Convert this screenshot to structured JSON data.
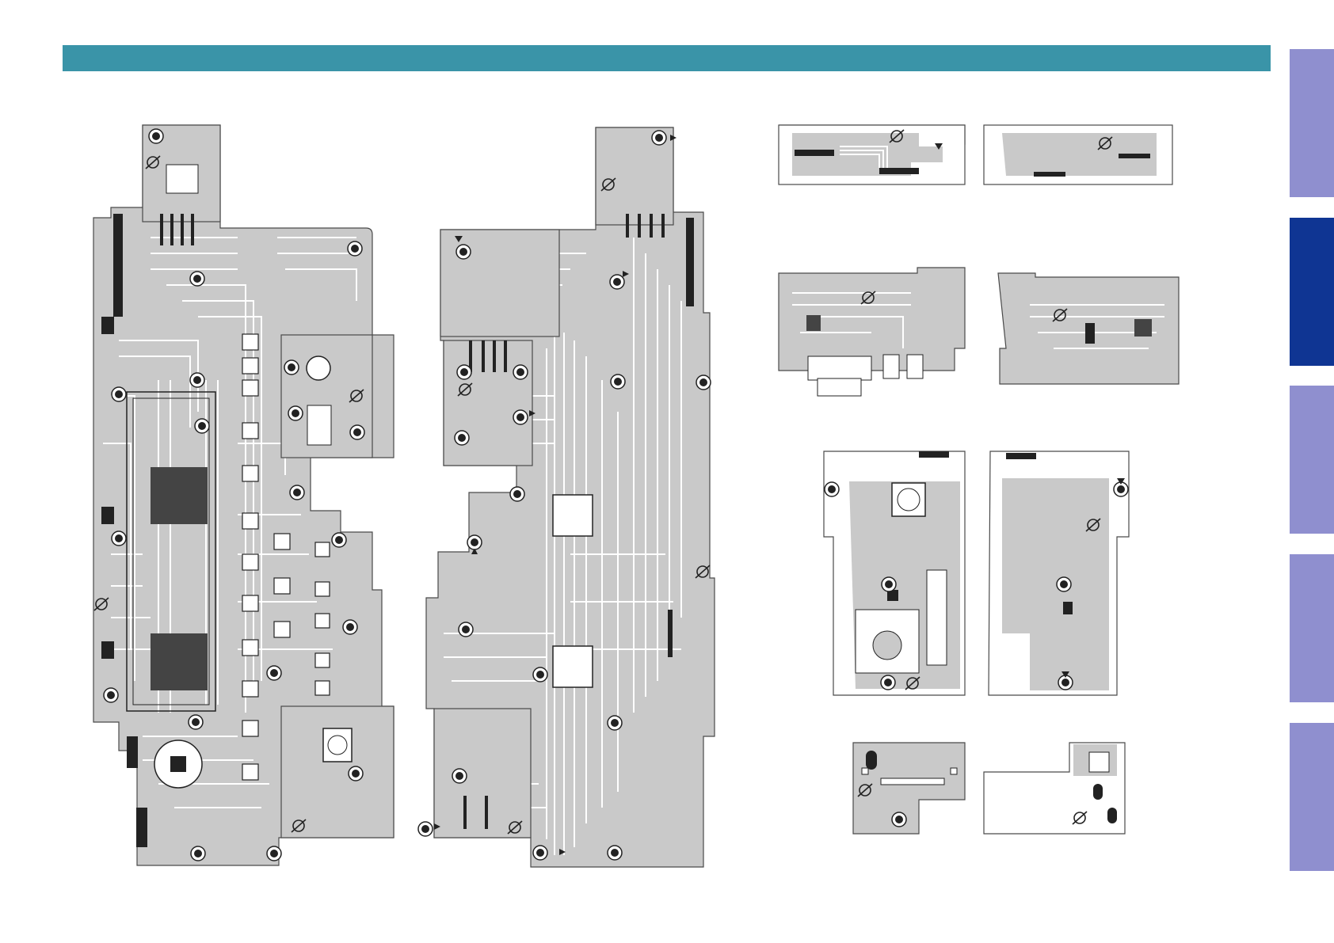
{
  "colors": {
    "header_bar": "#3a94a8",
    "tab_inactive": "#8f8fcf",
    "tab_active": "#0f3593",
    "board_fill": "#c9c9c9",
    "board_outline": "#4a4a4a",
    "copper": "#ffffff",
    "component": "#222222"
  },
  "side_tabs": [
    {
      "name": "tab-1",
      "active": false
    },
    {
      "name": "tab-2",
      "active": true
    },
    {
      "name": "tab-3",
      "active": false
    },
    {
      "name": "tab-4",
      "active": false
    },
    {
      "name": "tab-5",
      "active": false
    }
  ],
  "icons": [
    "no-mount-symbol-icon",
    "triangle-marker-icon",
    "mounting-hole-icon"
  ]
}
